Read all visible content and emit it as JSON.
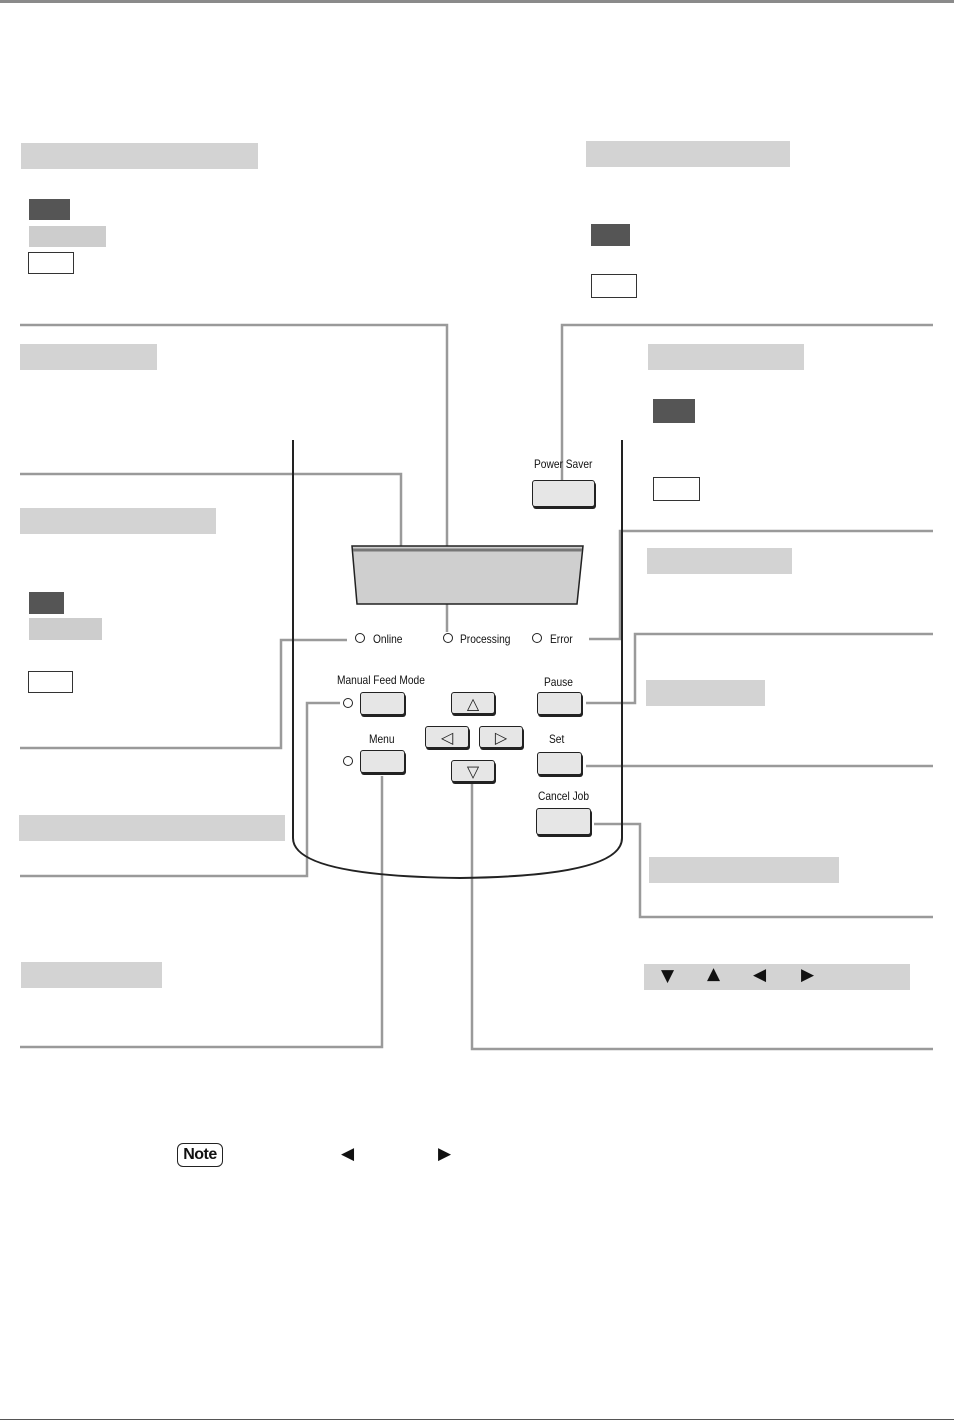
{
  "panel": {
    "buttons": {
      "power_saver": "Power Saver",
      "manual_feed_mode": "Manual Feed Mode",
      "menu": "Menu",
      "pause": "Pause",
      "set": "Set",
      "cancel_job": "Cancel Job"
    },
    "indicators": {
      "online": "Online",
      "processing": "Processing",
      "error": "Error"
    },
    "arrow_keys": {
      "up": "△",
      "left": "◁",
      "right": "▷",
      "down": "▽"
    }
  },
  "callouts": {
    "arrow_keys_symbols": [
      "▼",
      "▲",
      "◀",
      "▶"
    ]
  },
  "note": {
    "badge": "Note",
    "symbols": [
      "◀",
      "▶"
    ]
  },
  "colors": {
    "header_bar": "#d3d3d3",
    "indicator_dark": "#555555",
    "indicator_gray": "#cdcdcd",
    "line_gray": "#9a9a9a"
  }
}
